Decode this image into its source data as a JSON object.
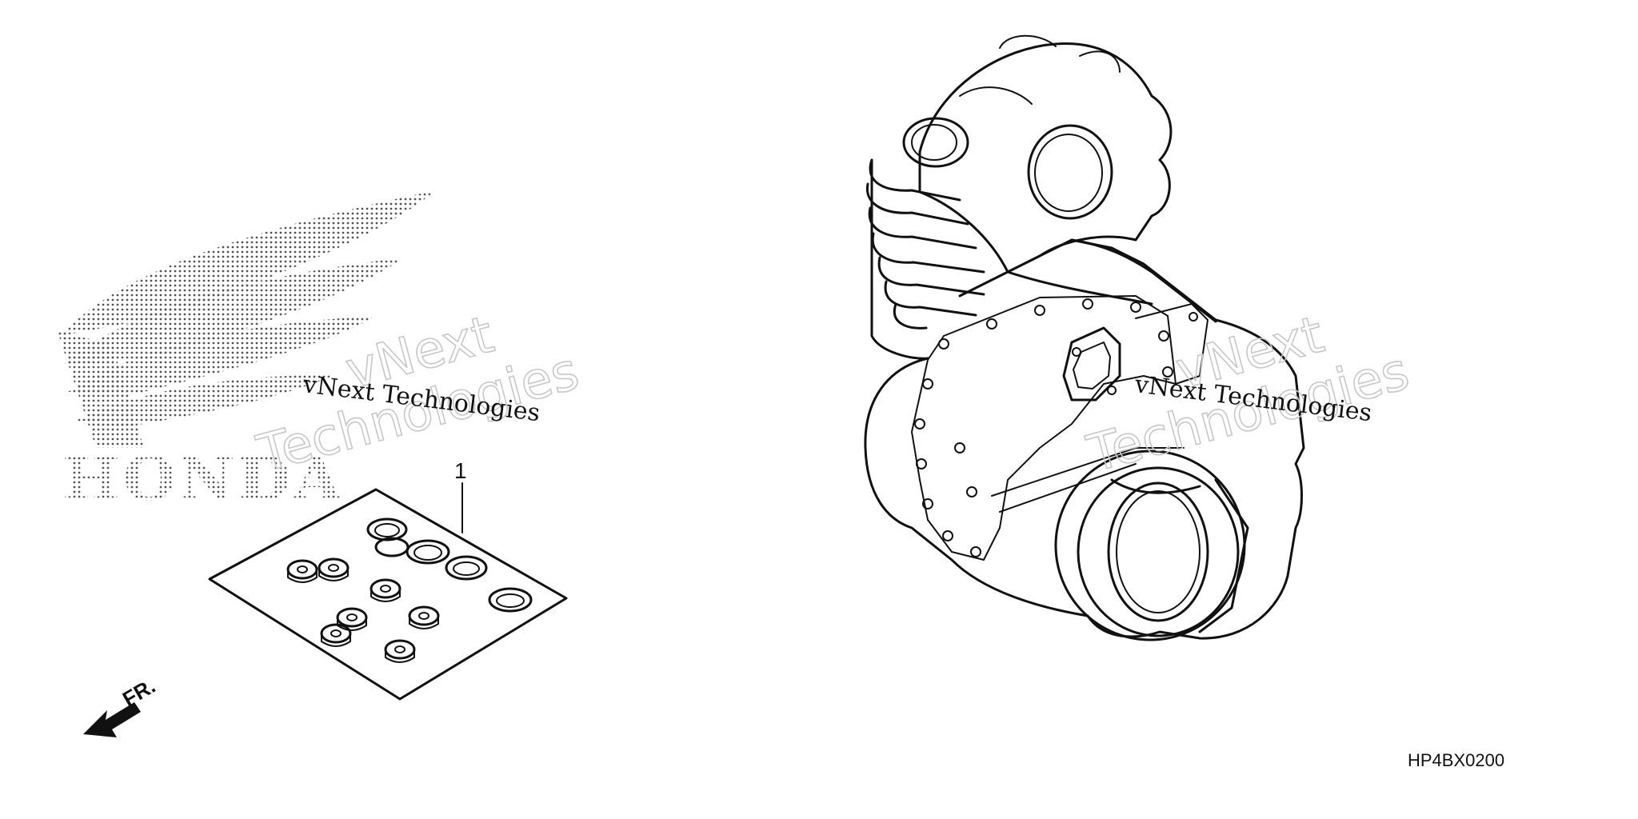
{
  "diagram": {
    "logo_text": "HONDA",
    "callout_label": "1",
    "direction_label": "FR.",
    "figure_code": "HP4BX0200"
  },
  "watermarks": [
    {
      "serif_text": "vNext Technologies",
      "outline_line_1": "vNext",
      "outline_line_2": "Technologies"
    },
    {
      "serif_text": "vNext Technologies",
      "outline_line_1": "vNext",
      "outline_line_2": "Technologies"
    }
  ],
  "colors": {
    "line_art": "#111111",
    "logo_dots": "#555555",
    "watermark_outline": "#c8c8c8"
  },
  "icons": {
    "direction": "front-arrow-icon"
  }
}
